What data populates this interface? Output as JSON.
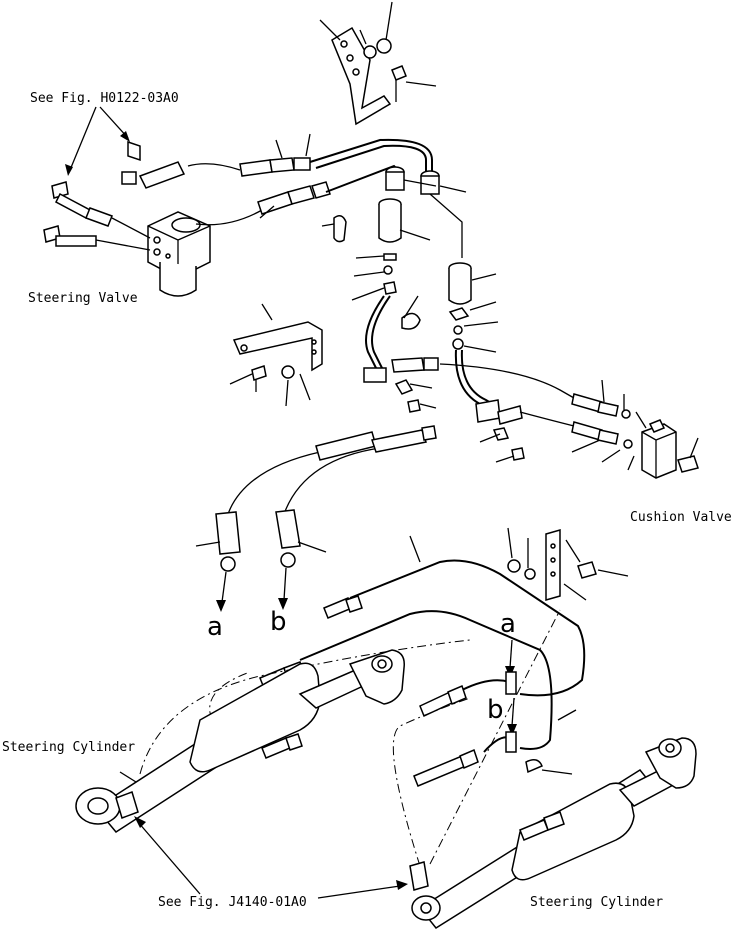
{
  "labels": {
    "see_fig_top": "See Fig. H0122-03A0",
    "steering_valve": "Steering Valve",
    "cushion_valve": "Cushion Valve",
    "steering_cylinder_left": "Steering Cylinder",
    "steering_cylinder_right": "Steering Cylinder",
    "see_fig_bottom": "See Fig. J4140-01A0",
    "conn_a_left": "a",
    "conn_b_left": "b",
    "conn_a_right": "a",
    "conn_b_right": "b"
  }
}
